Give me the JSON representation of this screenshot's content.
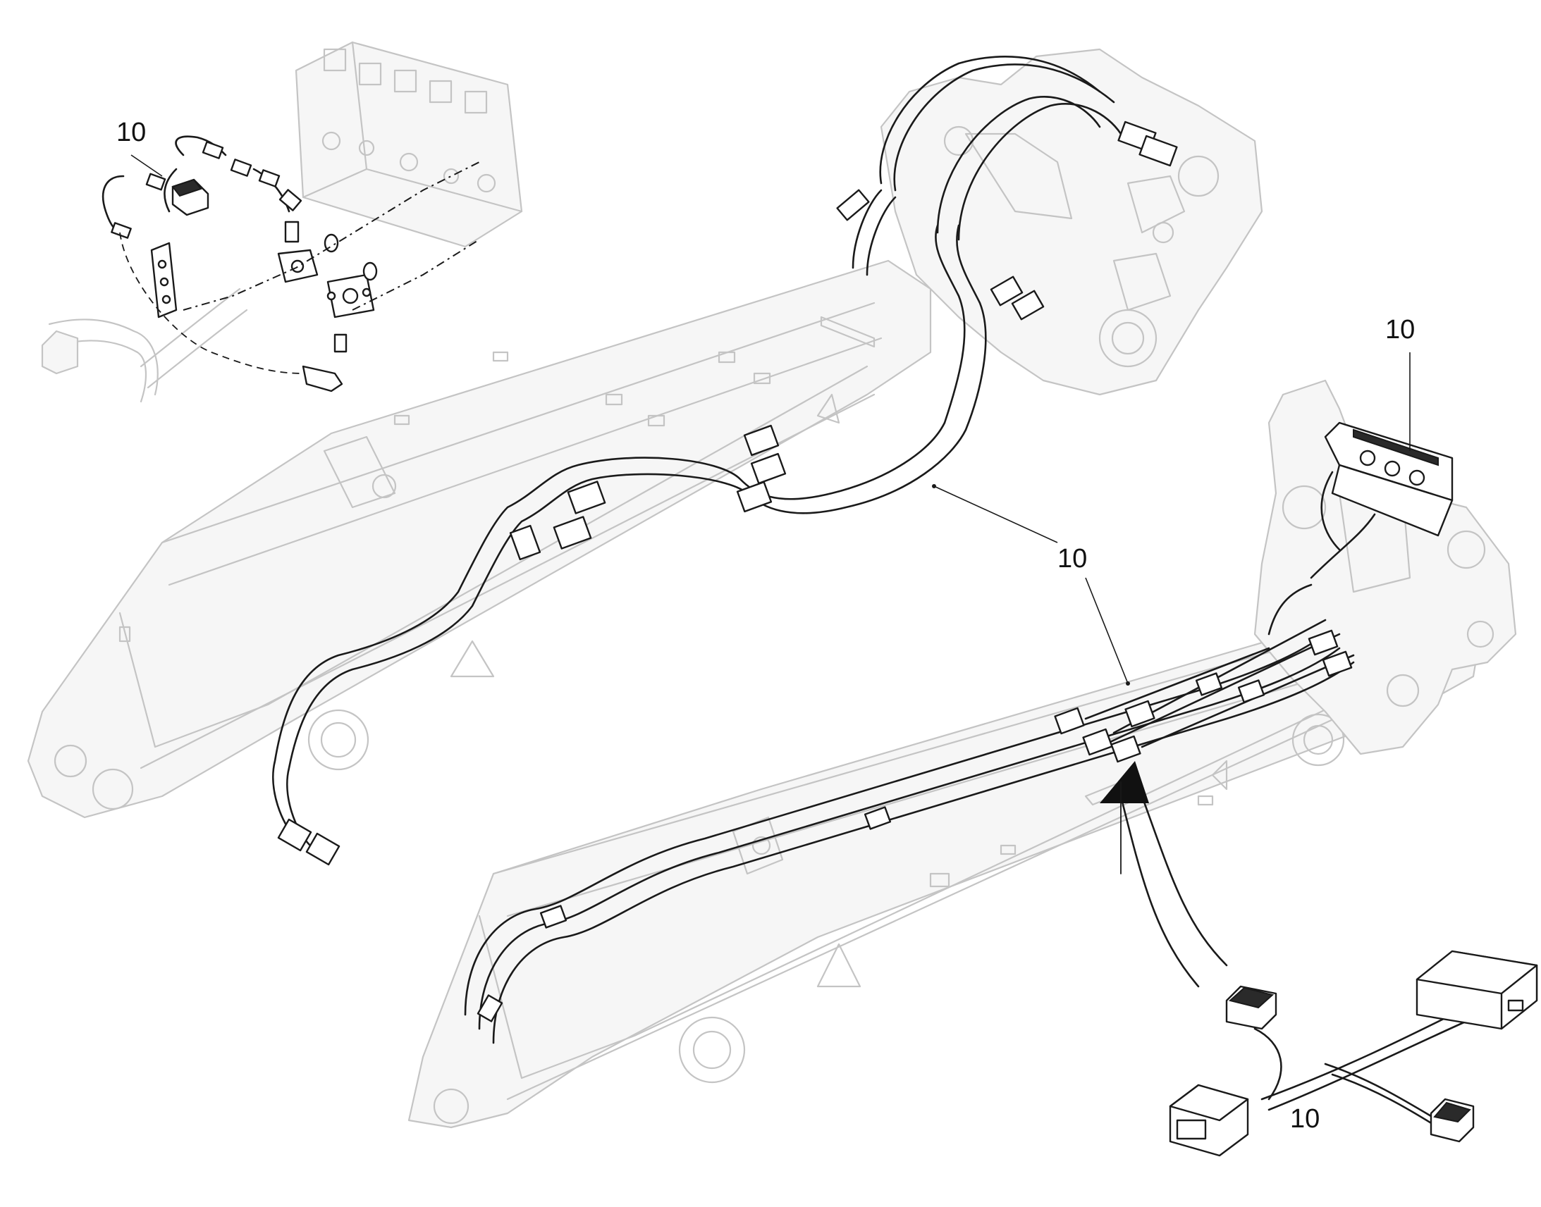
{
  "callouts": [
    {
      "id": "callout-top-left",
      "text": "10"
    },
    {
      "id": "callout-right-block",
      "text": "10"
    },
    {
      "id": "callout-center",
      "text": "10"
    },
    {
      "id": "callout-harness",
      "text": "10"
    }
  ],
  "colors": {
    "line": "#1a1a1a",
    "ghost": "#c4c4c4",
    "background": "#ffffff"
  }
}
